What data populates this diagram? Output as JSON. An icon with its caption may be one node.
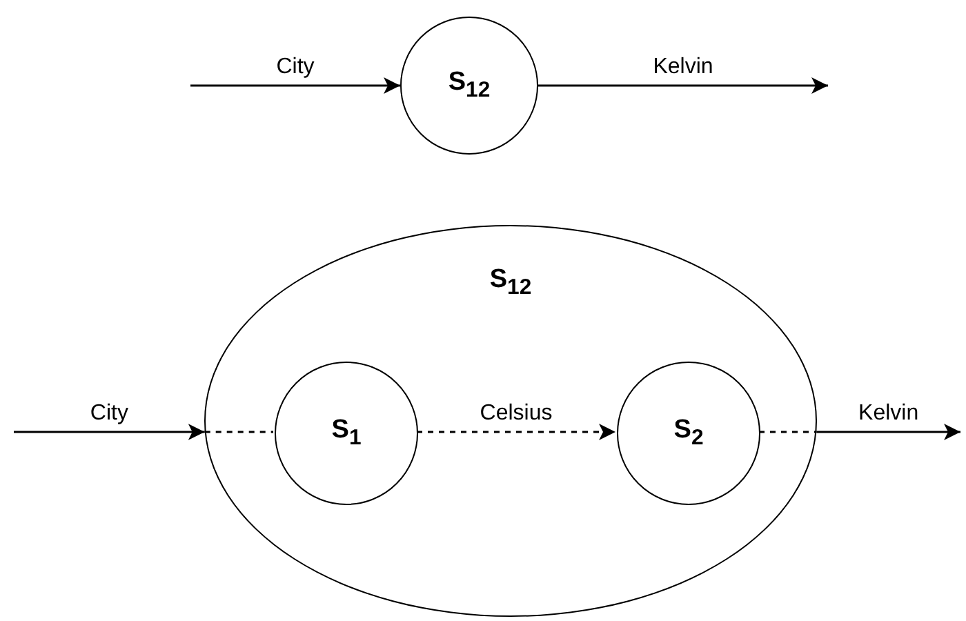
{
  "diagram": {
    "nodes": [
      {
        "text": [
          "S$_{12}$"
        ]
      },
      {
        "text": [
          "S$_{12}$"
        ]
      },
      {
        "text": [
          "S$_{1}$"
        ],
        "in": 1
      },
      {
        "text": [
          "S$_{2}$"
        ],
        "in": 1
      }
    ],
    "edges": [
      {
        "from": null,
        "to": 0,
        "arrow": "to",
        "label": "City"
      },
      {
        "from": 0,
        "to": null,
        "arrow": "to",
        "label": "Kelvin"
      },
      {
        "from": null,
        "to": 1,
        "arrow": "to",
        "label": "City"
      },
      {
        "from": 1,
        "to": 2,
        "arrow": "none",
        "style": "dashed"
      },
      {
        "from": 2,
        "to": 3,
        "arrow": "to",
        "label": "Celsius",
        "style": "dashed"
      },
      {
        "from": 3,
        "to": 1,
        "arrow": "none",
        "style": "dashed"
      },
      {
        "from": 1,
        "to": null,
        "arrow": "to",
        "label": "Kelvin"
      }
    ]
  }
}
